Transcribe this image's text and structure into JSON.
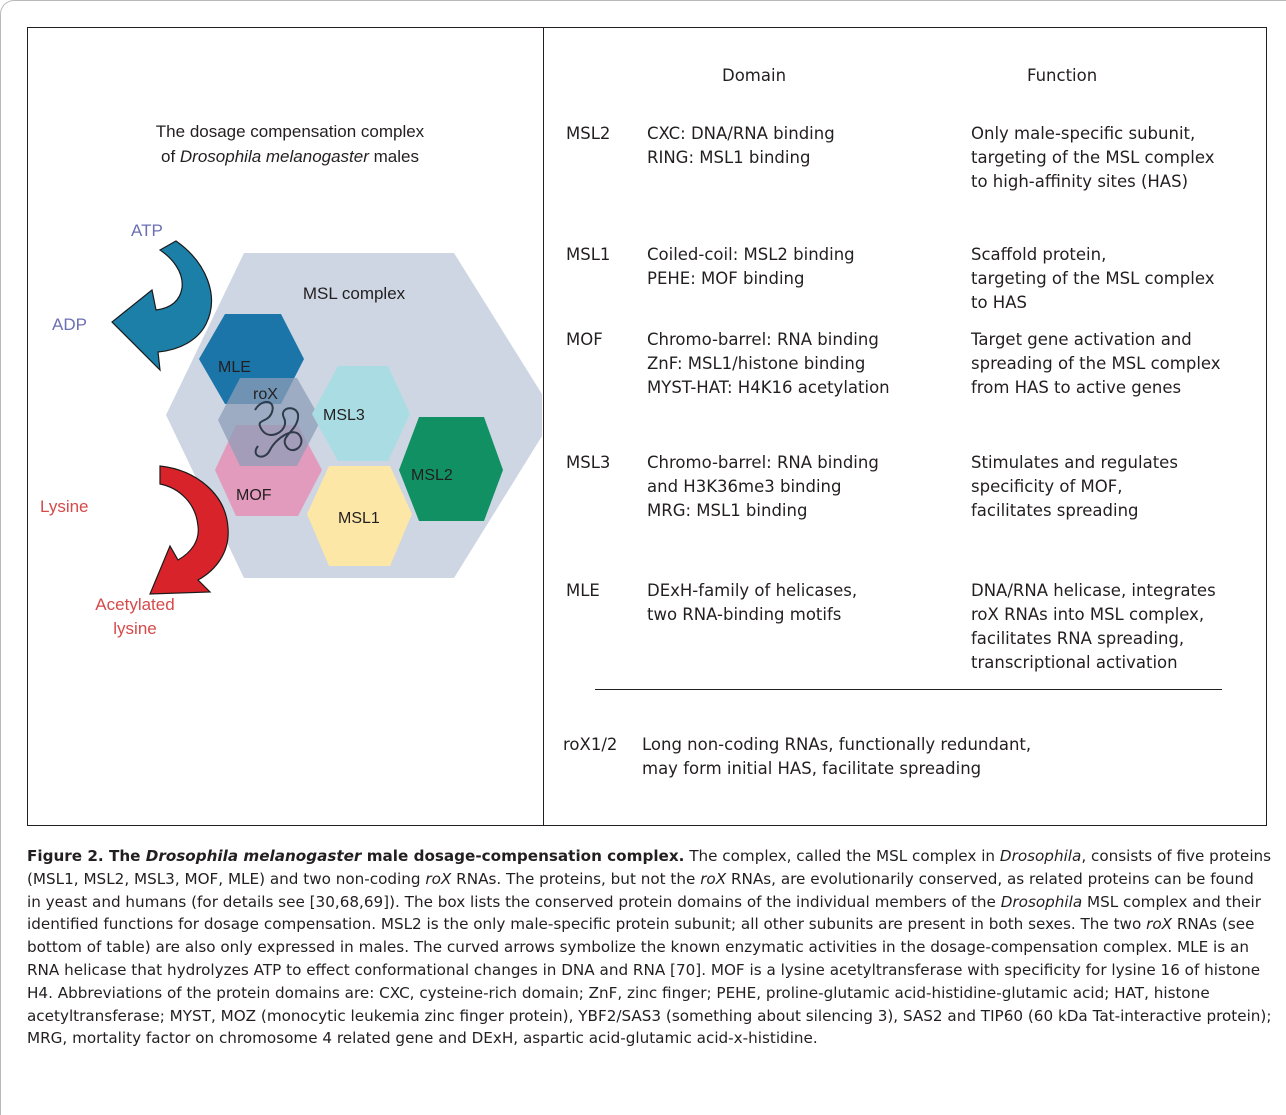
{
  "figure": {
    "title_line1": "The dosage compensation complex",
    "title_line2_prefix": "of ",
    "title_line2_species": "Drosophila melanogaster",
    "title_line2_suffix": " males",
    "arrow_top": {
      "from": "ATP",
      "to": "ADP",
      "color": "#1b7fa8"
    },
    "arrow_bottom": {
      "from": "Lysine",
      "to": "Acetylated lysine",
      "to_line1": "Acetylated",
      "to_line2": "lysine",
      "color": "#d9232a"
    },
    "complex_label": "MSL complex",
    "subunits": [
      {
        "label": "MLE",
        "color": "#1b75a8"
      },
      {
        "label": "roX",
        "color": "#8e9db8"
      },
      {
        "label": "MSL3",
        "color": "#a9dde3"
      },
      {
        "label": "MOF",
        "color": "#e29bbd"
      },
      {
        "label": "MSL1",
        "color": "#fde7a6"
      },
      {
        "label": "MSL2",
        "color": "#109063"
      }
    ],
    "complex_color": "#cdd6e2",
    "label_colors": {
      "atp_adp": "#6b6fb3",
      "lysine": "#d64a4a"
    }
  },
  "table": {
    "header_domain": "Domain",
    "header_function": "Function",
    "rows": [
      {
        "name": "MSL2",
        "domain": [
          "CXC: DNA/RNA binding",
          "RING: MSL1 binding"
        ],
        "function": [
          "Only male-specific subunit,",
          "targeting of the MSL complex",
          "to high-affinity sites (HAS)"
        ]
      },
      {
        "name": "MSL1",
        "domain": [
          "Coiled-coil: MSL2 binding",
          "PEHE: MOF binding"
        ],
        "function": [
          "Scaffold protein,",
          "targeting of the MSL complex",
          "to HAS"
        ]
      },
      {
        "name": "MOF",
        "domain": [
          "Chromo-barrel: RNA binding",
          "ZnF: MSL1/histone binding",
          "MYST-HAT: H4K16 acetylation"
        ],
        "function": [
          "Target gene activation and",
          "spreading of the MSL complex",
          "from HAS to active genes"
        ]
      },
      {
        "name": "MSL3",
        "domain": [
          "Chromo-barrel: RNA binding",
          "and H3K36me3 binding",
          "MRG: MSL1 binding"
        ],
        "function": [
          "Stimulates and regulates",
          "specificity of MOF,",
          "facilitates spreading"
        ]
      },
      {
        "name": "MLE",
        "domain": [
          "DExH-family of helicases,",
          "two RNA-binding motifs"
        ],
        "function": [
          "DNA/RNA helicase, integrates",
          "roX RNAs into MSL complex,",
          "facilitates RNA spreading,",
          "transcriptional activation"
        ]
      }
    ],
    "rox": {
      "name": "roX1/2",
      "desc": [
        "Long non-coding RNAs, functionally redundant,",
        "may form initial HAS, facilitate spreading"
      ]
    }
  },
  "caption": {
    "bold_prefix": "Figure 2. The ",
    "bold_species": "Drosophila melanogaster",
    "bold_suffix": " male dosage-compensation complex.",
    "s1": " The complex, called the MSL complex in ",
    "s1_it": "Drosophila",
    "s2": ", consists of five proteins (MSL1, MSL2, MSL3, MOF, MLE) and two non-coding ",
    "s2_it": "roX",
    "s3": " RNAs. The proteins, but not the ",
    "s3_it": "roX",
    "s4": " RNAs, are evolutionarily conserved, as related proteins can be found in yeast and humans (for details see [30,68,69]). The box lists the conserved protein domains of the individual members of the ",
    "s4_it": "Drosophila",
    "s5": " MSL complex and their identified functions for dosage compensation. MSL2 is the only male-specific protein subunit; all other subunits are present in both sexes. The two ",
    "s5_it": "roX",
    "s6": " RNAs (see bottom of table) are also only expressed in males. The curved arrows symbolize the known enzymatic activities in the dosage-compensation complex. MLE is an RNA helicase that hydrolyzes ATP to effect conformational changes in DNA and RNA [70]. MOF is a lysine acetyltransferase with specificity for lysine 16 of histone H4. Abbreviations of the protein domains are: CXC, cysteine-rich domain; ZnF, zinc finger; PEHE, proline-glutamic acid-histidine-glutamic acid; HAT, histone acetyltransferase; MYST, MOZ (monocytic leukemia zinc finger protein), YBF2/SAS3 (something about silencing 3), SAS2 and TIP60 (60 kDa Tat-interactive protein); MRG, mortality factor on chromosome 4 related gene and DExH, aspartic acid-glutamic acid-x-histidine."
  }
}
